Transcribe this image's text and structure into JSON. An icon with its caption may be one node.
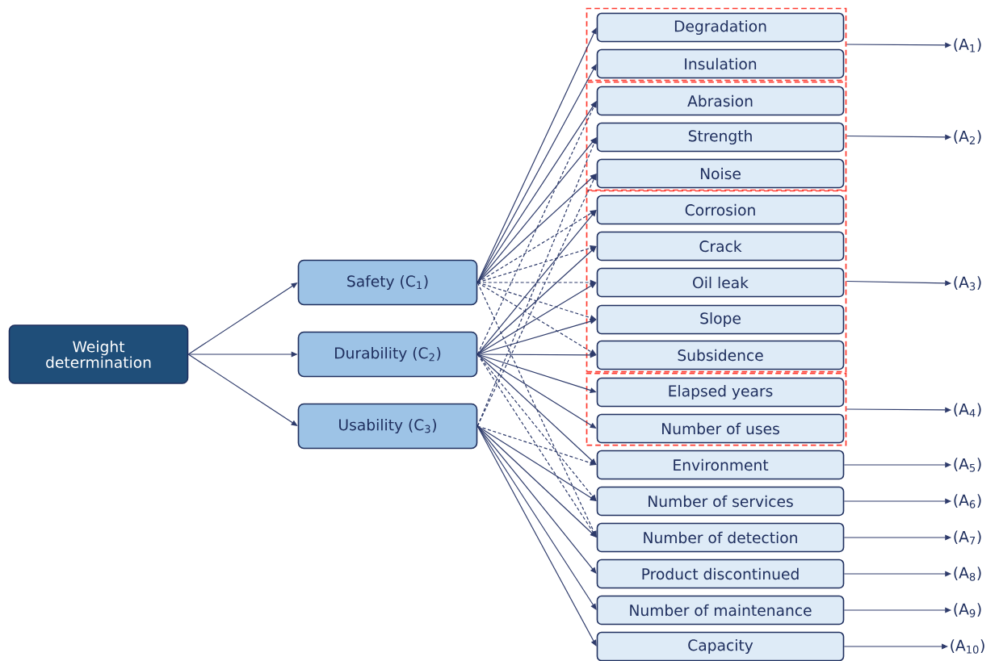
{
  "diagram": {
    "nodes": [
      {
        "text": [
          "Weight determination"
        ]
      },
      {
        "text": [
          "Safety (C$_{1}$)"
        ]
      },
      {
        "text": [
          "Durability (C$_{2}$)"
        ]
      },
      {
        "text": [
          "Usability (C$_{3}$)"
        ]
      },
      {
        "text": [],
        "shape": "box"
      },
      {
        "text": [
          "Degradation"
        ],
        "in": 4
      },
      {
        "text": [
          "Insulation"
        ],
        "in": 4
      },
      {
        "text": [],
        "shape": "box"
      },
      {
        "text": [
          "Abrasion"
        ],
        "in": 7
      },
      {
        "text": [
          "Strength"
        ],
        "in": 7
      },
      {
        "text": [
          "Noise"
        ],
        "in": 7
      },
      {
        "text": [],
        "shape": "box"
      },
      {
        "text": [
          "Corrosion"
        ],
        "in": 11
      },
      {
        "text": [
          "Crack"
        ],
        "in": 11
      },
      {
        "text": [
          "Oil leak"
        ],
        "in": 11
      },
      {
        "text": [
          "Slope"
        ],
        "in": 11
      },
      {
        "text": [
          "Subsidence"
        ],
        "in": 11
      },
      {
        "text": [],
        "shape": "box"
      },
      {
        "text": [
          "Elapsed years"
        ],
        "in": 17
      },
      {
        "text": [
          "Number of uses"
        ],
        "in": 17
      },
      {
        "text": [
          "Environment"
        ]
      },
      {
        "text": [
          "Number of services"
        ]
      },
      {
        "text": [
          "Number of detection"
        ]
      },
      {
        "text": [
          "Product discontinued"
        ]
      },
      {
        "text": [
          "Number of maintenance"
        ]
      },
      {
        "text": [
          "Capacity"
        ]
      },
      {
        "text": [
          "(A$_{1}$)"
        ]
      },
      {
        "text": [
          "(A$_{2}$)"
        ]
      },
      {
        "text": [
          "(A$_{3}$)"
        ]
      },
      {
        "text": [
          "(A$_{4}$)"
        ]
      },
      {
        "text": [
          "(A$_{5}$)"
        ]
      },
      {
        "text": [
          "(A$_{6}$)"
        ]
      },
      {
        "text": [
          "(A$_{7}$)"
        ]
      },
      {
        "text": [
          "(A$_{8}$)"
        ]
      },
      {
        "text": [
          "(A$_{9}$)"
        ]
      },
      {
        "text": [
          "(A$_{10}$)"
        ]
      }
    ],
    "edges": [
      {
        "from": 0,
        "to": 1,
        "arrow": "to"
      },
      {
        "from": 0,
        "to": 2,
        "arrow": "to"
      },
      {
        "from": 0,
        "to": 3,
        "arrow": "to"
      },
      {
        "from": 1,
        "to": 5,
        "arrow": "to"
      },
      {
        "from": 1,
        "to": 6,
        "arrow": "to"
      },
      {
        "from": 1,
        "to": 8,
        "arrow": "to"
      },
      {
        "from": 1,
        "to": 9,
        "arrow": "to"
      },
      {
        "from": 1,
        "to": 10,
        "arrow": "to"
      },
      {
        "from": 1,
        "to": 12,
        "arrow": "to",
        "style": "dashed"
      },
      {
        "from": 1,
        "to": 13,
        "arrow": "to",
        "style": "dashed"
      },
      {
        "from": 1,
        "to": 14,
        "arrow": "to",
        "style": "dashed"
      },
      {
        "from": 1,
        "to": 15,
        "arrow": "to",
        "style": "dashed"
      },
      {
        "from": 1,
        "to": 16,
        "arrow": "to",
        "style": "dashed"
      },
      {
        "from": 1,
        "to": 22,
        "arrow": "to",
        "style": "dashed"
      },
      {
        "from": 2,
        "to": 12,
        "arrow": "to"
      },
      {
        "from": 2,
        "to": 13,
        "arrow": "to"
      },
      {
        "from": 2,
        "to": 14,
        "arrow": "to"
      },
      {
        "from": 2,
        "to": 15,
        "arrow": "to"
      },
      {
        "from": 2,
        "to": 16,
        "arrow": "to"
      },
      {
        "from": 2,
        "to": 18,
        "arrow": "to"
      },
      {
        "from": 2,
        "to": 19,
        "arrow": "to"
      },
      {
        "from": 2,
        "to": 20,
        "arrow": "to"
      },
      {
        "from": 2,
        "to": 8,
        "arrow": "to",
        "style": "dashed"
      },
      {
        "from": 2,
        "to": 21,
        "arrow": "to",
        "style": "dashed"
      },
      {
        "from": 2,
        "to": 22,
        "arrow": "to",
        "style": "dashed"
      },
      {
        "from": 3,
        "to": 9,
        "arrow": "to",
        "style": "dashed"
      },
      {
        "from": 3,
        "to": 10,
        "arrow": "to",
        "style": "dashed"
      },
      {
        "from": 3,
        "to": 20,
        "arrow": "to",
        "style": "dashed"
      },
      {
        "from": 3,
        "to": 21,
        "arrow": "to"
      },
      {
        "from": 3,
        "to": 22,
        "arrow": "to"
      },
      {
        "from": 3,
        "to": 23,
        "arrow": "to"
      },
      {
        "from": 3,
        "to": 24,
        "arrow": "to"
      },
      {
        "from": 3,
        "to": 25,
        "arrow": "to"
      },
      {
        "from": 4,
        "to": 26,
        "arrow": "to"
      },
      {
        "from": 7,
        "to": 27,
        "arrow": "to"
      },
      {
        "from": 11,
        "to": 28,
        "arrow": "to"
      },
      {
        "from": 17,
        "to": 29,
        "arrow": "to"
      },
      {
        "from": 20,
        "to": 30,
        "arrow": "to"
      },
      {
        "from": 21,
        "to": 31,
        "arrow": "to"
      },
      {
        "from": 22,
        "to": 32,
        "arrow": "to"
      },
      {
        "from": 23,
        "to": 33,
        "arrow": "to"
      },
      {
        "from": 24,
        "to": 34,
        "arrow": "to"
      },
      {
        "from": 25,
        "to": 35,
        "arrow": "to"
      }
    ]
  }
}
